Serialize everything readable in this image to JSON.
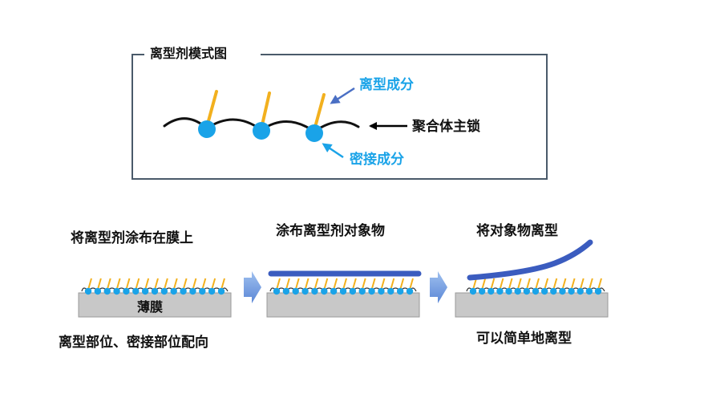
{
  "model_box": {
    "title": "离型剂模式图",
    "labels": {
      "release_component": "离型成分",
      "polymer_backbone": "聚合体主锁",
      "adhesion_component": "密接成分"
    }
  },
  "steps": [
    {
      "caption": "将离型剂涂布在膜上",
      "note": "离型部位、密接部位配向",
      "substrate_label": "薄膜"
    },
    {
      "caption": "涂布离型剂对象物",
      "note": ""
    },
    {
      "caption": "将对象物离型",
      "note": "可以简单地离型"
    }
  ],
  "colors": {
    "release_component": "#f2b01e",
    "adhesion_component": "#1aa3e8",
    "callout_text": "#1aa3e8",
    "callout_arrow": "#4a6fc4",
    "object_layer": "#3b5cbf",
    "substrate": "#c8c8c8",
    "step_arrow": "#6e9be0",
    "box_border": "#4a5a6a"
  }
}
